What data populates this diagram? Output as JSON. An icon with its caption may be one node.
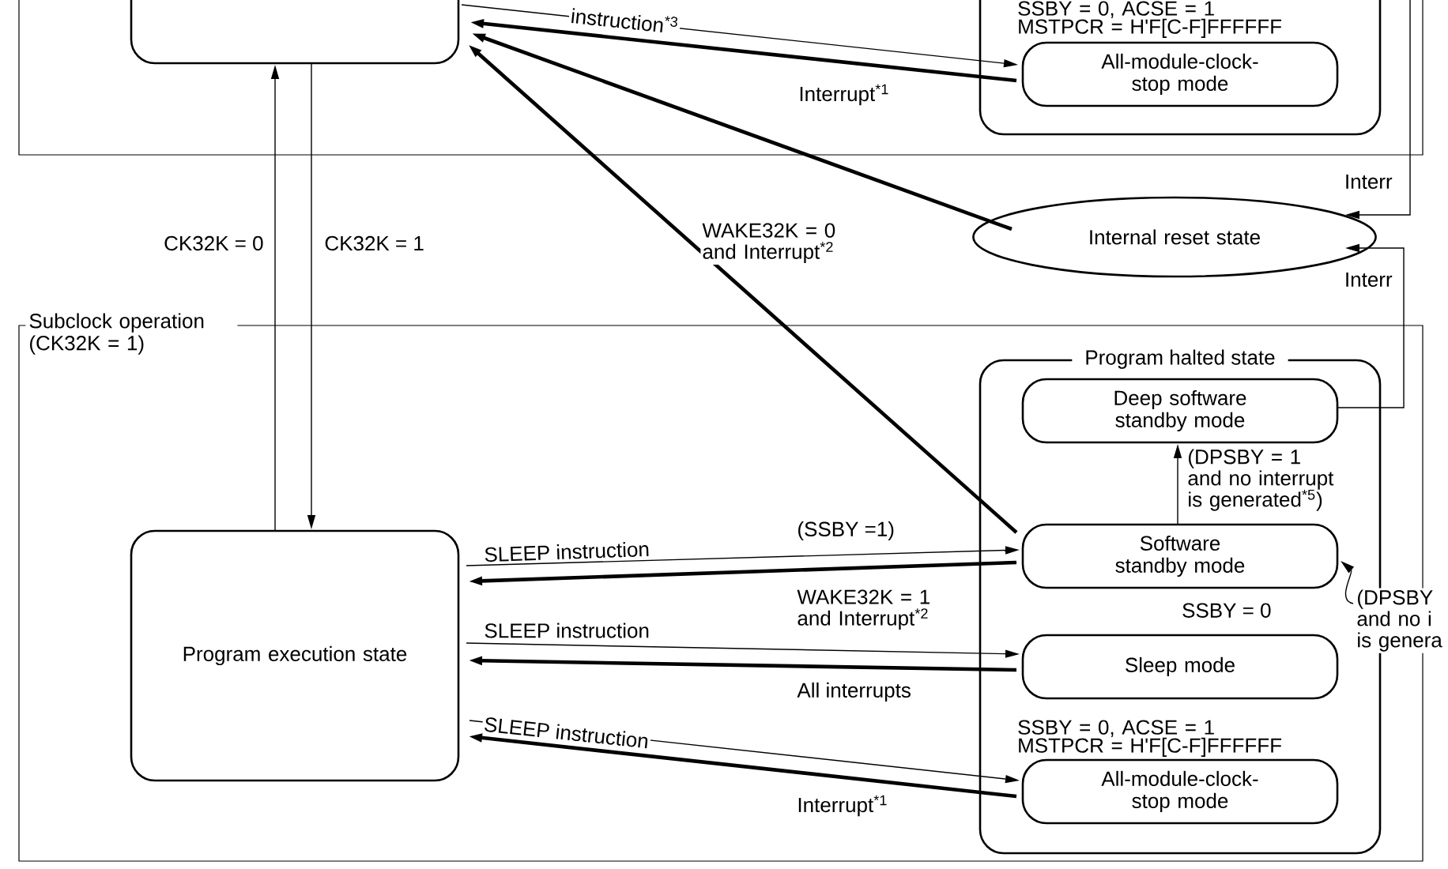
{
  "diagram": {
    "nodes": [
      {
        "text": [],
        "shape": "box"
      },
      {
        "text": [],
        "shape": "box",
        "in": 0
      },
      {
        "text": [],
        "shape": "box",
        "in": 0
      },
      {
        "text": [
          "All-module-clock- stop mode"
        ],
        "in": 2,
        "beside": [
          "SSBY = 0, ACSE = 1 MSTPCR = H'F[C-F]FFFFFF"
        ]
      },
      {
        "text": [
          "Internal reset state"
        ]
      },
      {
        "text": [
          "Subclock operation (CK32K = 1)"
        ]
      },
      {
        "text": [
          "Program execution state"
        ],
        "in": 5
      },
      {
        "text": [
          "Program halted state"
        ],
        "in": 5
      },
      {
        "text": [
          "Deep software standby mode"
        ],
        "in": 7
      },
      {
        "text": [
          "Software standby mode"
        ],
        "in": 7
      },
      {
        "text": [
          "Sleep mode"
        ],
        "in": 7,
        "beside": [
          "SSBY = 0"
        ]
      },
      {
        "text": [
          "All-module-clock- stop mode"
        ],
        "in": 7,
        "beside": [
          "SSBY = 0, ACSE = 1 MSTPCR = H'F[C-F]FFFFFF"
        ]
      }
    ],
    "edges": [
      {
        "from": 1,
        "to": 3,
        "arrow": "to",
        "label": "instruction$^{*3}$"
      },
      {
        "from": 3,
        "to": 1,
        "arrow": "to",
        "label": "Interrupt$^{*1}$",
        "style": "thick"
      },
      {
        "from": 4,
        "to": 1,
        "arrow": "to",
        "style": "thick"
      },
      {
        "from": 9,
        "to": 1,
        "arrow": "to",
        "label": "WAKE32K = 0 and Interrupt$^{*2}$",
        "style": "thick"
      },
      {
        "from": 6,
        "to": 1,
        "arrow": "to",
        "label": "CK32K = 0"
      },
      {
        "from": 1,
        "to": 6,
        "arrow": "to",
        "label": "CK32K = 1"
      },
      {
        "from": 6,
        "to": 9,
        "arrow": "to",
        "label": "SLEEP instruction"
      },
      {
        "from": 9,
        "to": 6,
        "arrow": "to",
        "label": "WAKE32K = 1 and Interrupt$^{*2}$",
        "style": "thick"
      },
      {
        "from": 6,
        "to": 10,
        "arrow": "to",
        "label": "SLEEP instruction"
      },
      {
        "from": 10,
        "to": 6,
        "arrow": "to",
        "label": "All interrupts",
        "style": "thick"
      },
      {
        "from": 6,
        "to": 11,
        "arrow": "to",
        "label": "SLEEP instruction"
      },
      {
        "from": 11,
        "to": 6,
        "arrow": "to",
        "label": "Interrupt$^{*1}$",
        "style": "thick"
      },
      {
        "from": 9,
        "to": 8,
        "arrow": "to",
        "label": "(DPSBY = 1 and no interrupt is generated$^{*5}$)"
      },
      {
        "from": null,
        "to": 9,
        "arrow": "to",
        "label": "(DPSBY and no i is genera"
      },
      {
        "from": 8,
        "to": 4,
        "arrow": "to",
        "label": "Interr"
      },
      {
        "from": 0,
        "to": 4,
        "arrow": "to",
        "label": "Interr"
      }
    ],
    "labels": [
      "(SSBY =1)"
    ]
  }
}
